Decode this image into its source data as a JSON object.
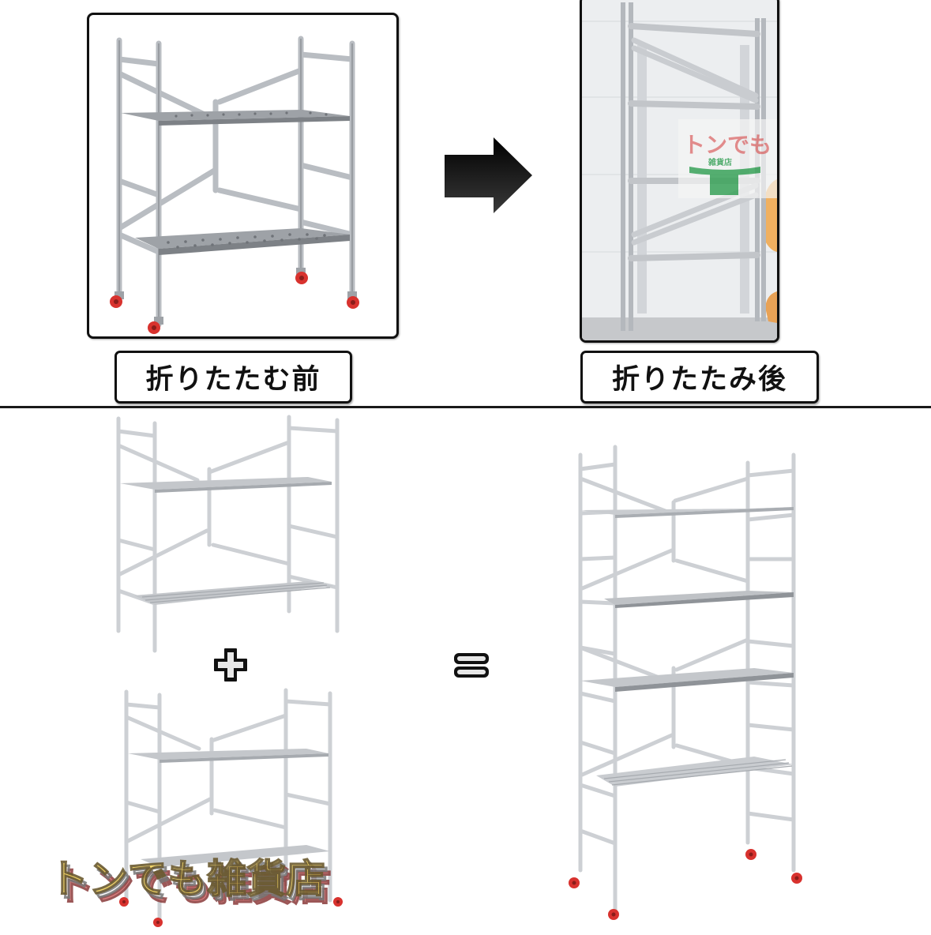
{
  "top_section": {
    "before": {
      "label": "折りたたむ前",
      "image_alt": "Unfolded 2-tier aluminum rolling scaffold with perforated platforms and red casters"
    },
    "arrow_icon": "right-arrow-icon",
    "after": {
      "label": "折りたたみ後",
      "image_alt": "Folded scaffold frame leaning against a tiled wall",
      "watermark_logo": {
        "main_text": "トンでも",
        "sub_text": "雑貨店",
        "main_color": "#e07a7a",
        "accent_color": "#3aa35a"
      }
    }
  },
  "bottom_section": {
    "equation": {
      "plus_icon": "plus-icon",
      "equals_icon": "equals-icon"
    },
    "unit_top_alt": "2-tier scaffold unit without casters",
    "unit_bottom_alt": "2-tier scaffold unit with casters",
    "result_alt": "Stacked 4-tier scaffold tower with casters"
  },
  "watermark": {
    "text": "トンでも雑貨店",
    "fill_color": "#f3d35a",
    "shadow_color": "#d86a6a"
  },
  "colors": {
    "frame_border": "#111111",
    "metal": "#c9ccd0",
    "metal_dark": "#8d9196",
    "caster": "#d8322e"
  }
}
